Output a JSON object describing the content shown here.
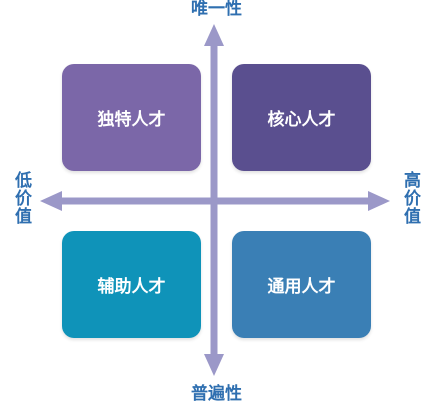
{
  "axes": {
    "top": "唯一性",
    "bottom": "普遍性",
    "left": "低价值",
    "right": "高价值"
  },
  "quadrants": [
    {
      "label": "独特人才",
      "color": "#7b67a8"
    },
    {
      "label": "核心人才",
      "color": "#5a4f8f"
    },
    {
      "label": "辅助人才",
      "color": "#0f93b9"
    },
    {
      "label": "通用人才",
      "color": "#3a7fb5"
    }
  ],
  "colors": {
    "axis": "#9b98c8",
    "axis_label": "#2f6fb0"
  }
}
